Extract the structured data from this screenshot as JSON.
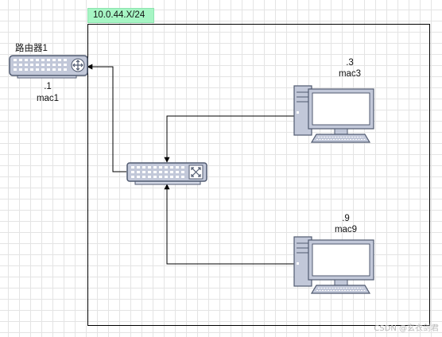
{
  "subnet": {
    "label": "10.0.44.X/24"
  },
  "router": {
    "name": "路由器1",
    "ip": ".1",
    "mac": "mac1"
  },
  "host_a": {
    "ip": ".3",
    "mac": "mac3"
  },
  "host_b": {
    "ip": ".9",
    "mac": "mac9"
  },
  "watermark": {
    "text": "CSDN @玄衣剑君"
  },
  "colors": {
    "device_fill": "#c2c8d9",
    "device_stroke": "#505a70",
    "line": "#000000",
    "subnet_label_bg": "#a6f5c4",
    "screen": "#ffffff"
  },
  "icons": [
    "router-icon",
    "switch-icon",
    "computer-icon"
  ]
}
